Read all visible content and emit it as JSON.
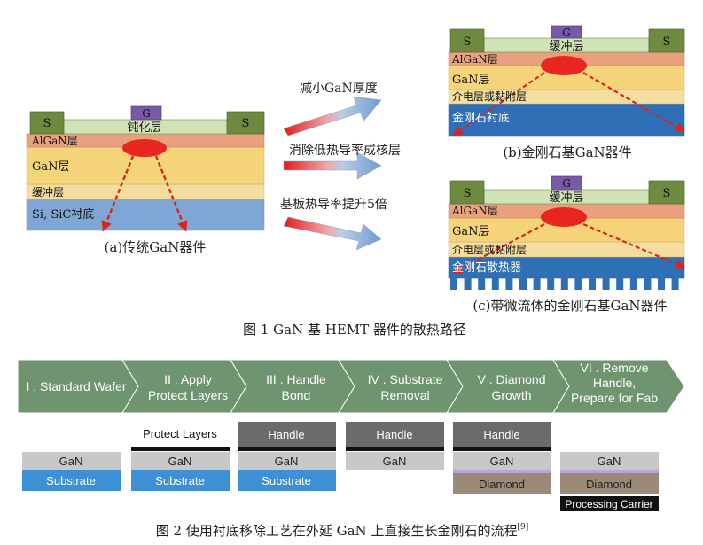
{
  "figure1": {
    "caption": "图 1   GaN 基 HEMT 器件的散热路径",
    "device_a": {
      "source": "S",
      "gate": "G",
      "drain": "S",
      "passivation": "钝化层",
      "algan": "AlGaN层",
      "gan": "GaN层",
      "buffer": "缓冲层",
      "substrate": "Si, SiC衬底",
      "caption": "(a)传统GaN器件"
    },
    "device_b": {
      "source": "S",
      "gate": "G",
      "drain": "S",
      "buffer": "缓冲层",
      "algan": "AlGaN层",
      "gan": "GaN层",
      "dielectric": "介电层或黏附层",
      "substrate": "金刚石衬底",
      "caption": "(b)金刚石基GaN器件"
    },
    "device_c": {
      "source": "S",
      "gate": "G",
      "drain": "S",
      "buffer": "缓冲层",
      "algan": "AlGaN层",
      "gan": "GaN层",
      "dielectric": "介电层或黏附层",
      "heatsink": "金刚石散热器",
      "caption": "(c)带微流体的金刚石基GaN器件"
    },
    "arrows": [
      "减小GaN厚度",
      "消除低热导率成核层",
      "基板热导率提升5倍"
    ]
  },
  "figure2": {
    "caption": "图 2   使用衬底移除工艺在外延 GaN 上直接生长金刚石的流程",
    "caption_ref": "[9]",
    "steps": [
      {
        "lines": [
          "I . Standard Wafer"
        ]
      },
      {
        "lines": [
          "II . Apply",
          "Protect Layers"
        ]
      },
      {
        "lines": [
          "III . Handle",
          "Bond"
        ]
      },
      {
        "lines": [
          "IV . Substrate",
          "Removal"
        ]
      },
      {
        "lines": [
          "V . Diamond",
          "Growth"
        ]
      },
      {
        "lines": [
          "VI . Remove",
          "Handle,",
          "Prepare for Fab"
        ]
      }
    ],
    "labels": {
      "gan": "GaN",
      "substrate": "Substrate",
      "handle": "Handle",
      "diamond": "Diamond",
      "protect_layers": "Protect Layers",
      "processing_carrier": "Processing Carrier"
    }
  },
  "colors": {
    "contact": "#6e8a3f",
    "gate": "#7a5aa8",
    "passivation": "#cfe3b4",
    "algan": "#e8a07e",
    "gan": "#f5d47a",
    "buffer": "#f4dd9e",
    "substrate_a": "#7fa7d6",
    "diamond_sub": "#2e6fb5",
    "hotspot": "#e8251e",
    "chevron": "#6f9470",
    "gan_gray": "#c8c8c8",
    "substrate_blue": "#3f8fd4",
    "handle": "#6b6b6b",
    "diamond_brown": "#9c8a78"
  }
}
